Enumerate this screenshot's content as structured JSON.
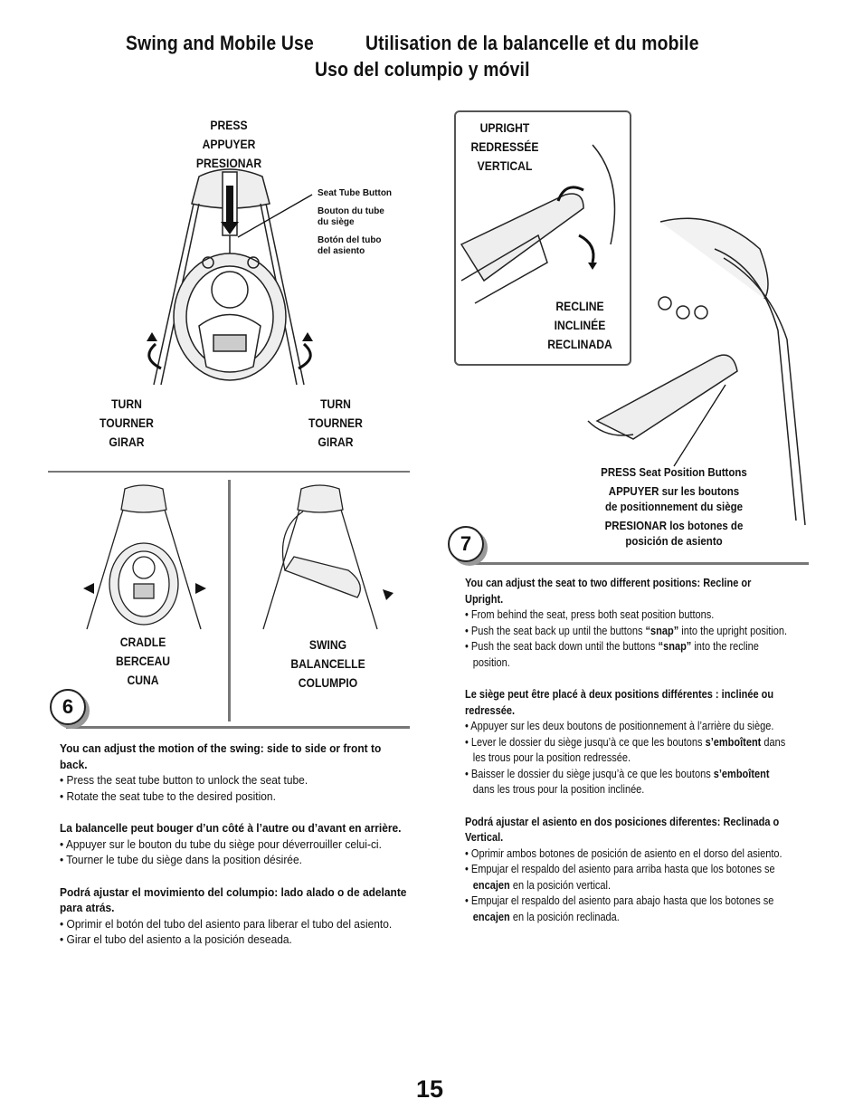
{
  "header": {
    "title_en": "Swing and Mobile Use",
    "title_fr": "Utilisation de la balancelle et du mobile",
    "title_es": "Uso del columpio y móvil"
  },
  "fig_top_left": {
    "press": [
      "PRESS",
      "APPUYER",
      "PRESIONAR"
    ],
    "seat_tube_button": [
      "Seat Tube Button",
      "Bouton du tube",
      "du siège",
      "Botón del tubo",
      "del asiento"
    ],
    "turn_left": [
      "TURN",
      "TOURNER",
      "GIRAR"
    ],
    "turn_right": [
      "TURN",
      "TOURNER",
      "GIRAR"
    ]
  },
  "fig_cradle": {
    "label": [
      "CRADLE",
      "BERCEAU",
      "CUNA"
    ]
  },
  "fig_swing": {
    "label": [
      "SWING",
      "BALANCELLE",
      "COLUMPIO"
    ]
  },
  "fig_right": {
    "upright": [
      "UPRIGHT",
      "REDRESSÉE",
      "VERTICAL"
    ],
    "recline": [
      "RECLINE",
      "INCLINÉE",
      "RECLINADA"
    ],
    "press_buttons": [
      "PRESS Seat Position Buttons",
      "APPUYER sur les boutons",
      "de positionnement du siège",
      "PRESIONAR los botones de",
      "posición de asiento"
    ]
  },
  "step6": {
    "number": "6",
    "en_intro": "You can adjust the motion of the swing: side to side or front to back.",
    "en_items": [
      "Press the seat tube button to unlock the seat tube.",
      "Rotate the seat tube to the desired position."
    ],
    "fr_intro": "La balancelle peut bouger d’un côté à l’autre ou d’avant en arrière.",
    "fr_items": [
      "Appuyer sur le bouton du tube du siège pour déverrouiller celui-ci.",
      "Tourner le tube du siège dans la position désirée."
    ],
    "es_intro": "Podrá ajustar el movimiento del columpio: lado alado o de adelante para atrás.",
    "es_items": [
      "Oprimir el botón del tubo del asiento para liberar el tubo del asiento.",
      "Girar el tubo del asiento a la posición deseada."
    ]
  },
  "step7": {
    "number": "7",
    "en_intro": "You can adjust the seat to two different positions: Recline or Upright.",
    "en_item1": "From behind the seat, press both seat position buttons.",
    "en_item2_a": "Push the seat back up until the buttons ",
    "en_item2_b": "“snap”",
    "en_item2_c": " into the upright position.",
    "en_item3_a": "Push the seat back down until the buttons ",
    "en_item3_b": "“snap”",
    "en_item3_c": " into the recline position.",
    "fr_intro": "Le siège peut être placé à deux positions différentes : inclinée ou redressée.",
    "fr_item1": "Appuyer sur les deux boutons de positionnement à l’arrière du siège.",
    "fr_item2_a": "Lever le dossier du siège jusqu’à ce que les boutons ",
    "fr_item2_b": "s’emboîtent",
    "fr_item2_c": " dans les trous pour la position redressée.",
    "fr_item3_a": "Baisser le dossier du siège jusqu’à ce que les boutons ",
    "fr_item3_b": "s’emboîtent",
    "fr_item3_c": " dans les trous pour la position inclinée.",
    "es_intro": "Podrá ajustar el asiento en dos posiciones diferentes: Reclinada o Vertical.",
    "es_item1": "Oprimir ambos botones de posición de asiento en el dorso del asiento.",
    "es_item2_a": "Empujar el respaldo del asiento para arriba hasta que los botones se ",
    "es_item2_b": "encajen",
    "es_item2_c": " en la posición vertical.",
    "es_item3_a": "Empujar el respaldo del asiento para abajo hasta que los botones se ",
    "es_item3_b": "encajen",
    "es_item3_c": " en la posición reclinada."
  },
  "footer": {
    "page_number": "15"
  }
}
